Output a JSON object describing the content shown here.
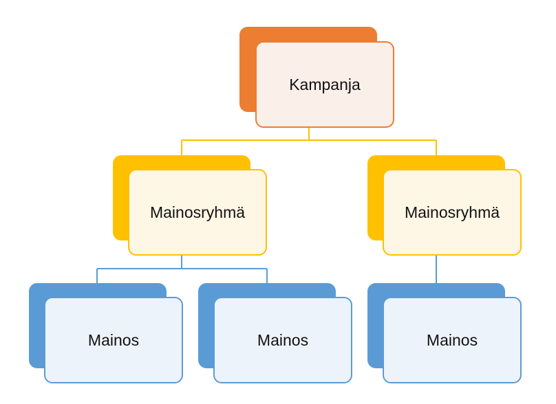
{
  "colors": {
    "campaign_fill": "#ED7D31",
    "campaign_border": "#ED7D31",
    "campaign_inner": "#FBEFEA",
    "group_fill": "#FFC000",
    "group_border": "#FFC000",
    "group_inner": "#FFF7E6",
    "ad_fill": "#5B9BD5",
    "ad_border": "#5B9BD5",
    "ad_inner": "#EDF3FA"
  },
  "diagram": {
    "campaign": {
      "label": "Kampanja"
    },
    "groups": [
      {
        "label": "Mainosryhmä"
      },
      {
        "label": "Mainosryhmä"
      }
    ],
    "ads": [
      {
        "label": "Mainos"
      },
      {
        "label": "Mainos"
      },
      {
        "label": "Mainos"
      }
    ]
  }
}
